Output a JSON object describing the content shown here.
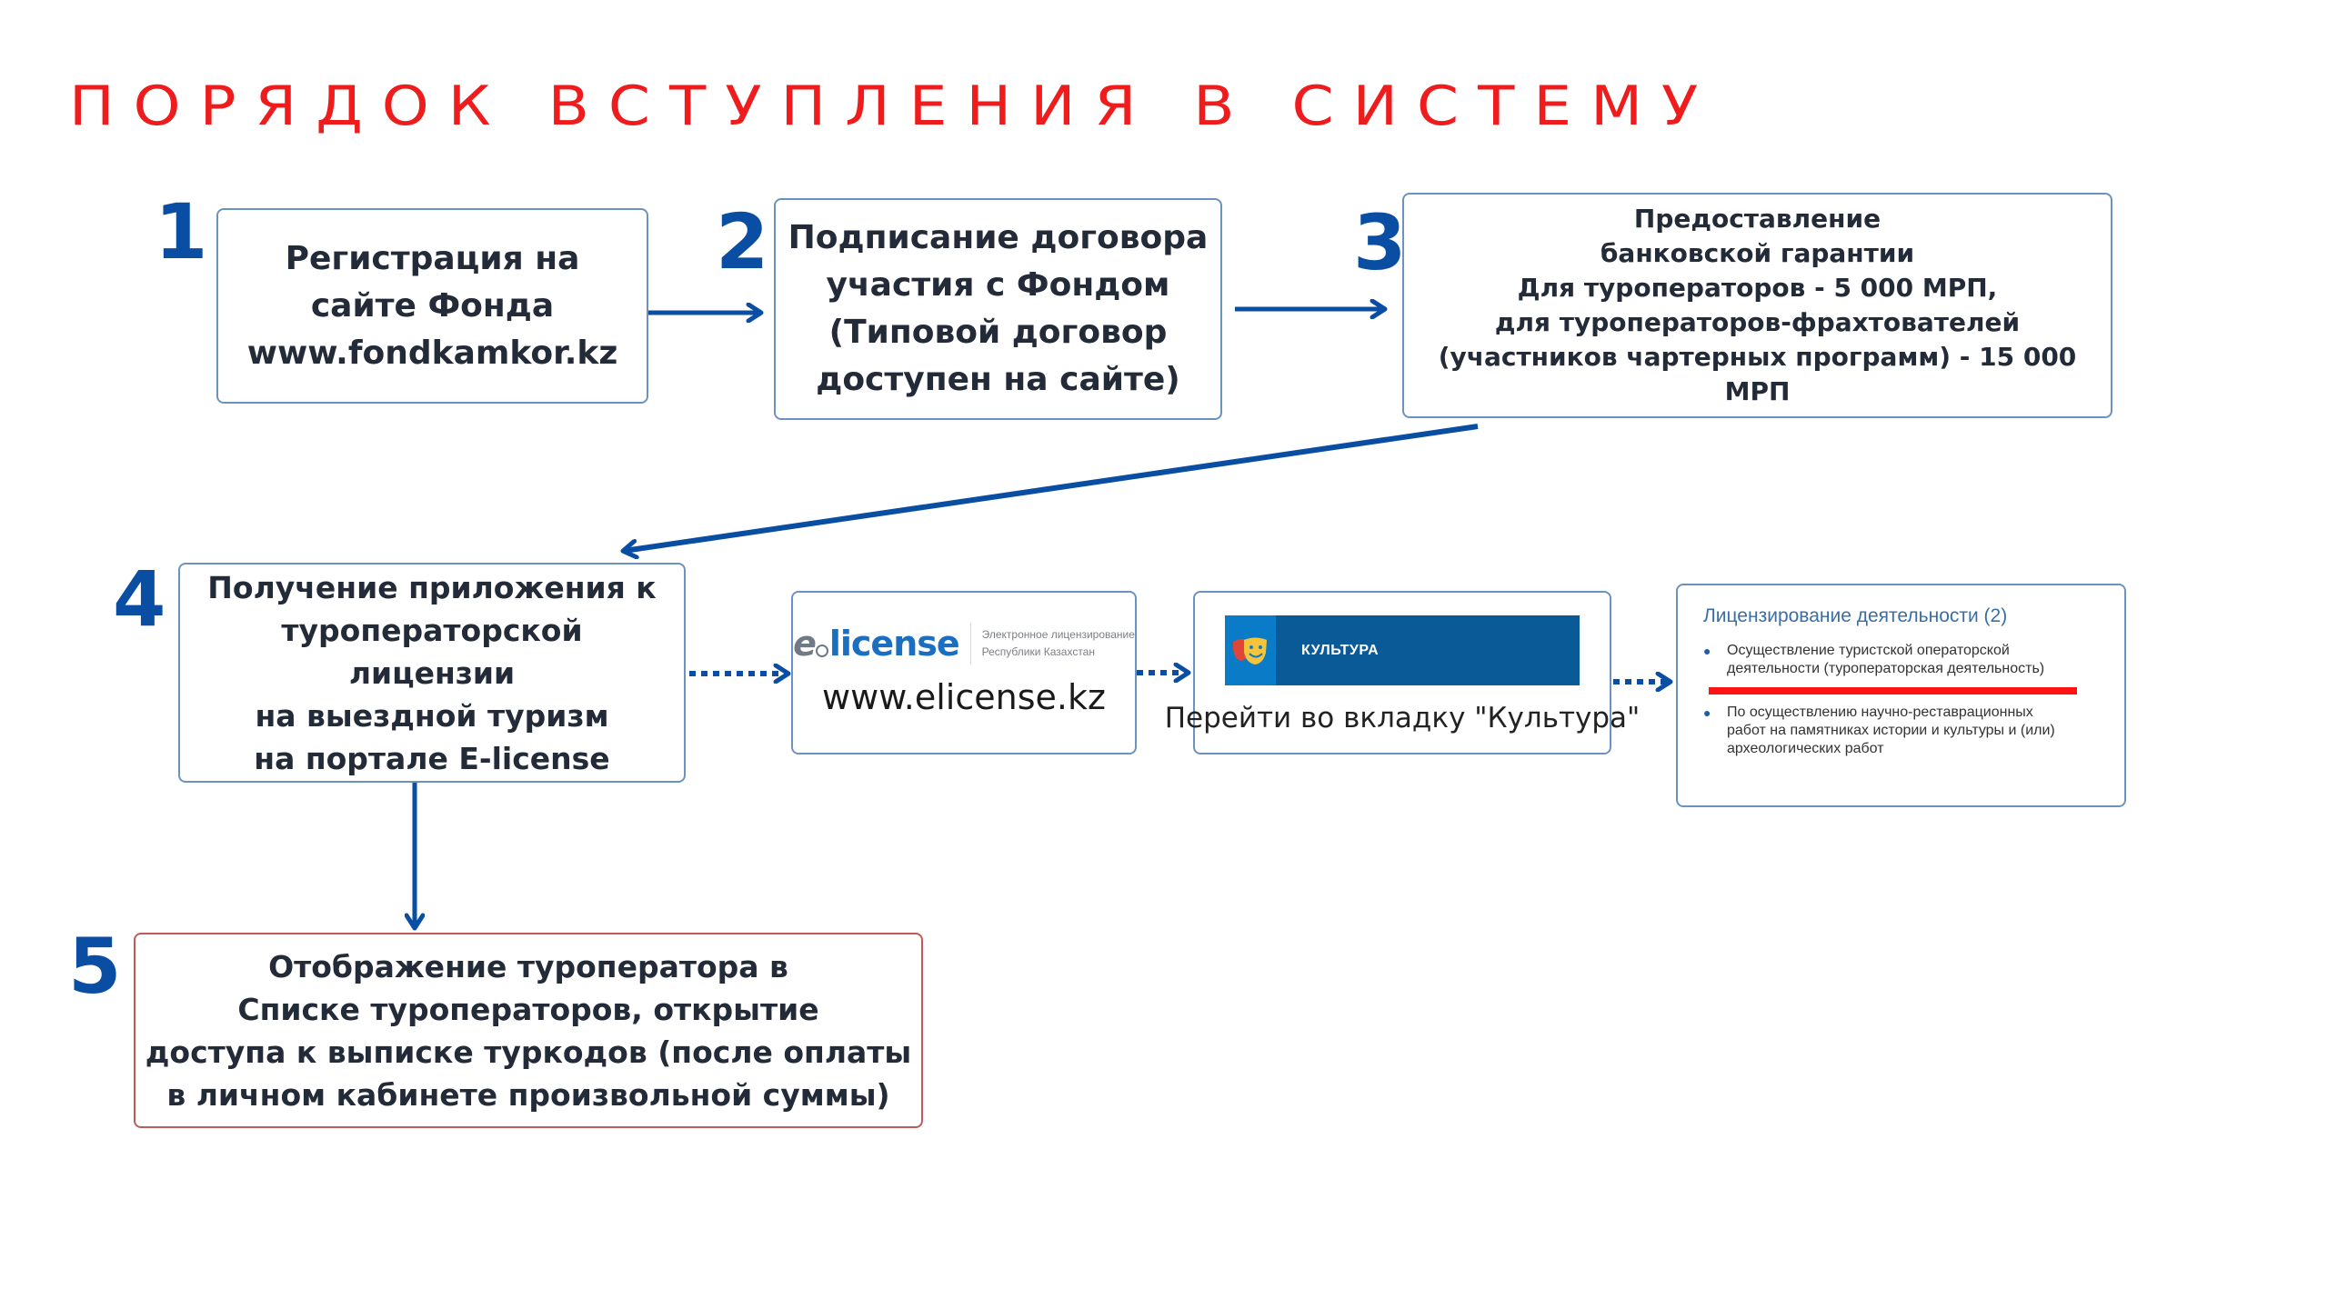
{
  "title": "ПОРЯДОК ВСТУПЛЕНИЯ В СИСТЕМУ",
  "colors": {
    "title": "#ee1c1c",
    "accent_blue": "#0a4ea3",
    "box_border": "#6c93bf",
    "box5_border": "#c05a5a",
    "highlight": "#ff1414",
    "kultura_banner": "#0b5a98"
  },
  "steps": [
    {
      "number": "1",
      "text": "Регистрация на\nсайте Фонда\nwww.fondkamkor.kz"
    },
    {
      "number": "2",
      "text": "Подписание договора\nучастия с Фондом\n(Типовой договор\nдоступен на сайте)"
    },
    {
      "number": "3",
      "text": "Предоставление\nбанковской гарантии\nДля туроператоров - 5 000 МРП,\nдля туроператоров-фрахтователей\n(участников чартерных программ) - 15 000 МРП"
    },
    {
      "number": "4",
      "text": "Получение приложения к\nтуроператорской\nлицензии\nна выездной туризм\nна портале E-license"
    },
    {
      "number": "5",
      "text": "Отображение туроператора в\nСписке туроператоров, открытие\nдоступа к выписке туркодов (после оплаты\nв личном кабинете произвольной суммы)"
    }
  ],
  "elicense": {
    "logo_e": "e",
    "logo_word": "license",
    "logo_subtitle_1": "Электронное лицензирование",
    "logo_subtitle_2": "Республики Казахстан",
    "url": "www.elicense.kz",
    "icon": "elicense-logo"
  },
  "kultura": {
    "banner_label": "КУЛЬТУРА",
    "icon": "theater-masks-icon",
    "caption": "Перейти во вкладку \"Культура\""
  },
  "licensing": {
    "heading": "Лицензирование деятельности (2)",
    "items": [
      {
        "text": "Осуществление туристской операторской\nдеятельности (туроператорская деятельность)",
        "highlighted": true
      },
      {
        "text": "По осуществлению научно-реставрационных\nработ на памятниках истории и культуры и (или)\nархеологических работ",
        "highlighted": false
      }
    ]
  },
  "connectors": [
    {
      "from": "1",
      "to": "2",
      "style": "solid"
    },
    {
      "from": "2",
      "to": "3",
      "style": "solid"
    },
    {
      "from": "3",
      "to": "4",
      "style": "solid"
    },
    {
      "from": "4",
      "to": "elicense",
      "style": "dotted"
    },
    {
      "from": "elicense",
      "to": "kultura",
      "style": "dotted"
    },
    {
      "from": "kultura",
      "to": "licensing",
      "style": "dotted"
    },
    {
      "from": "4",
      "to": "5",
      "style": "solid"
    }
  ]
}
